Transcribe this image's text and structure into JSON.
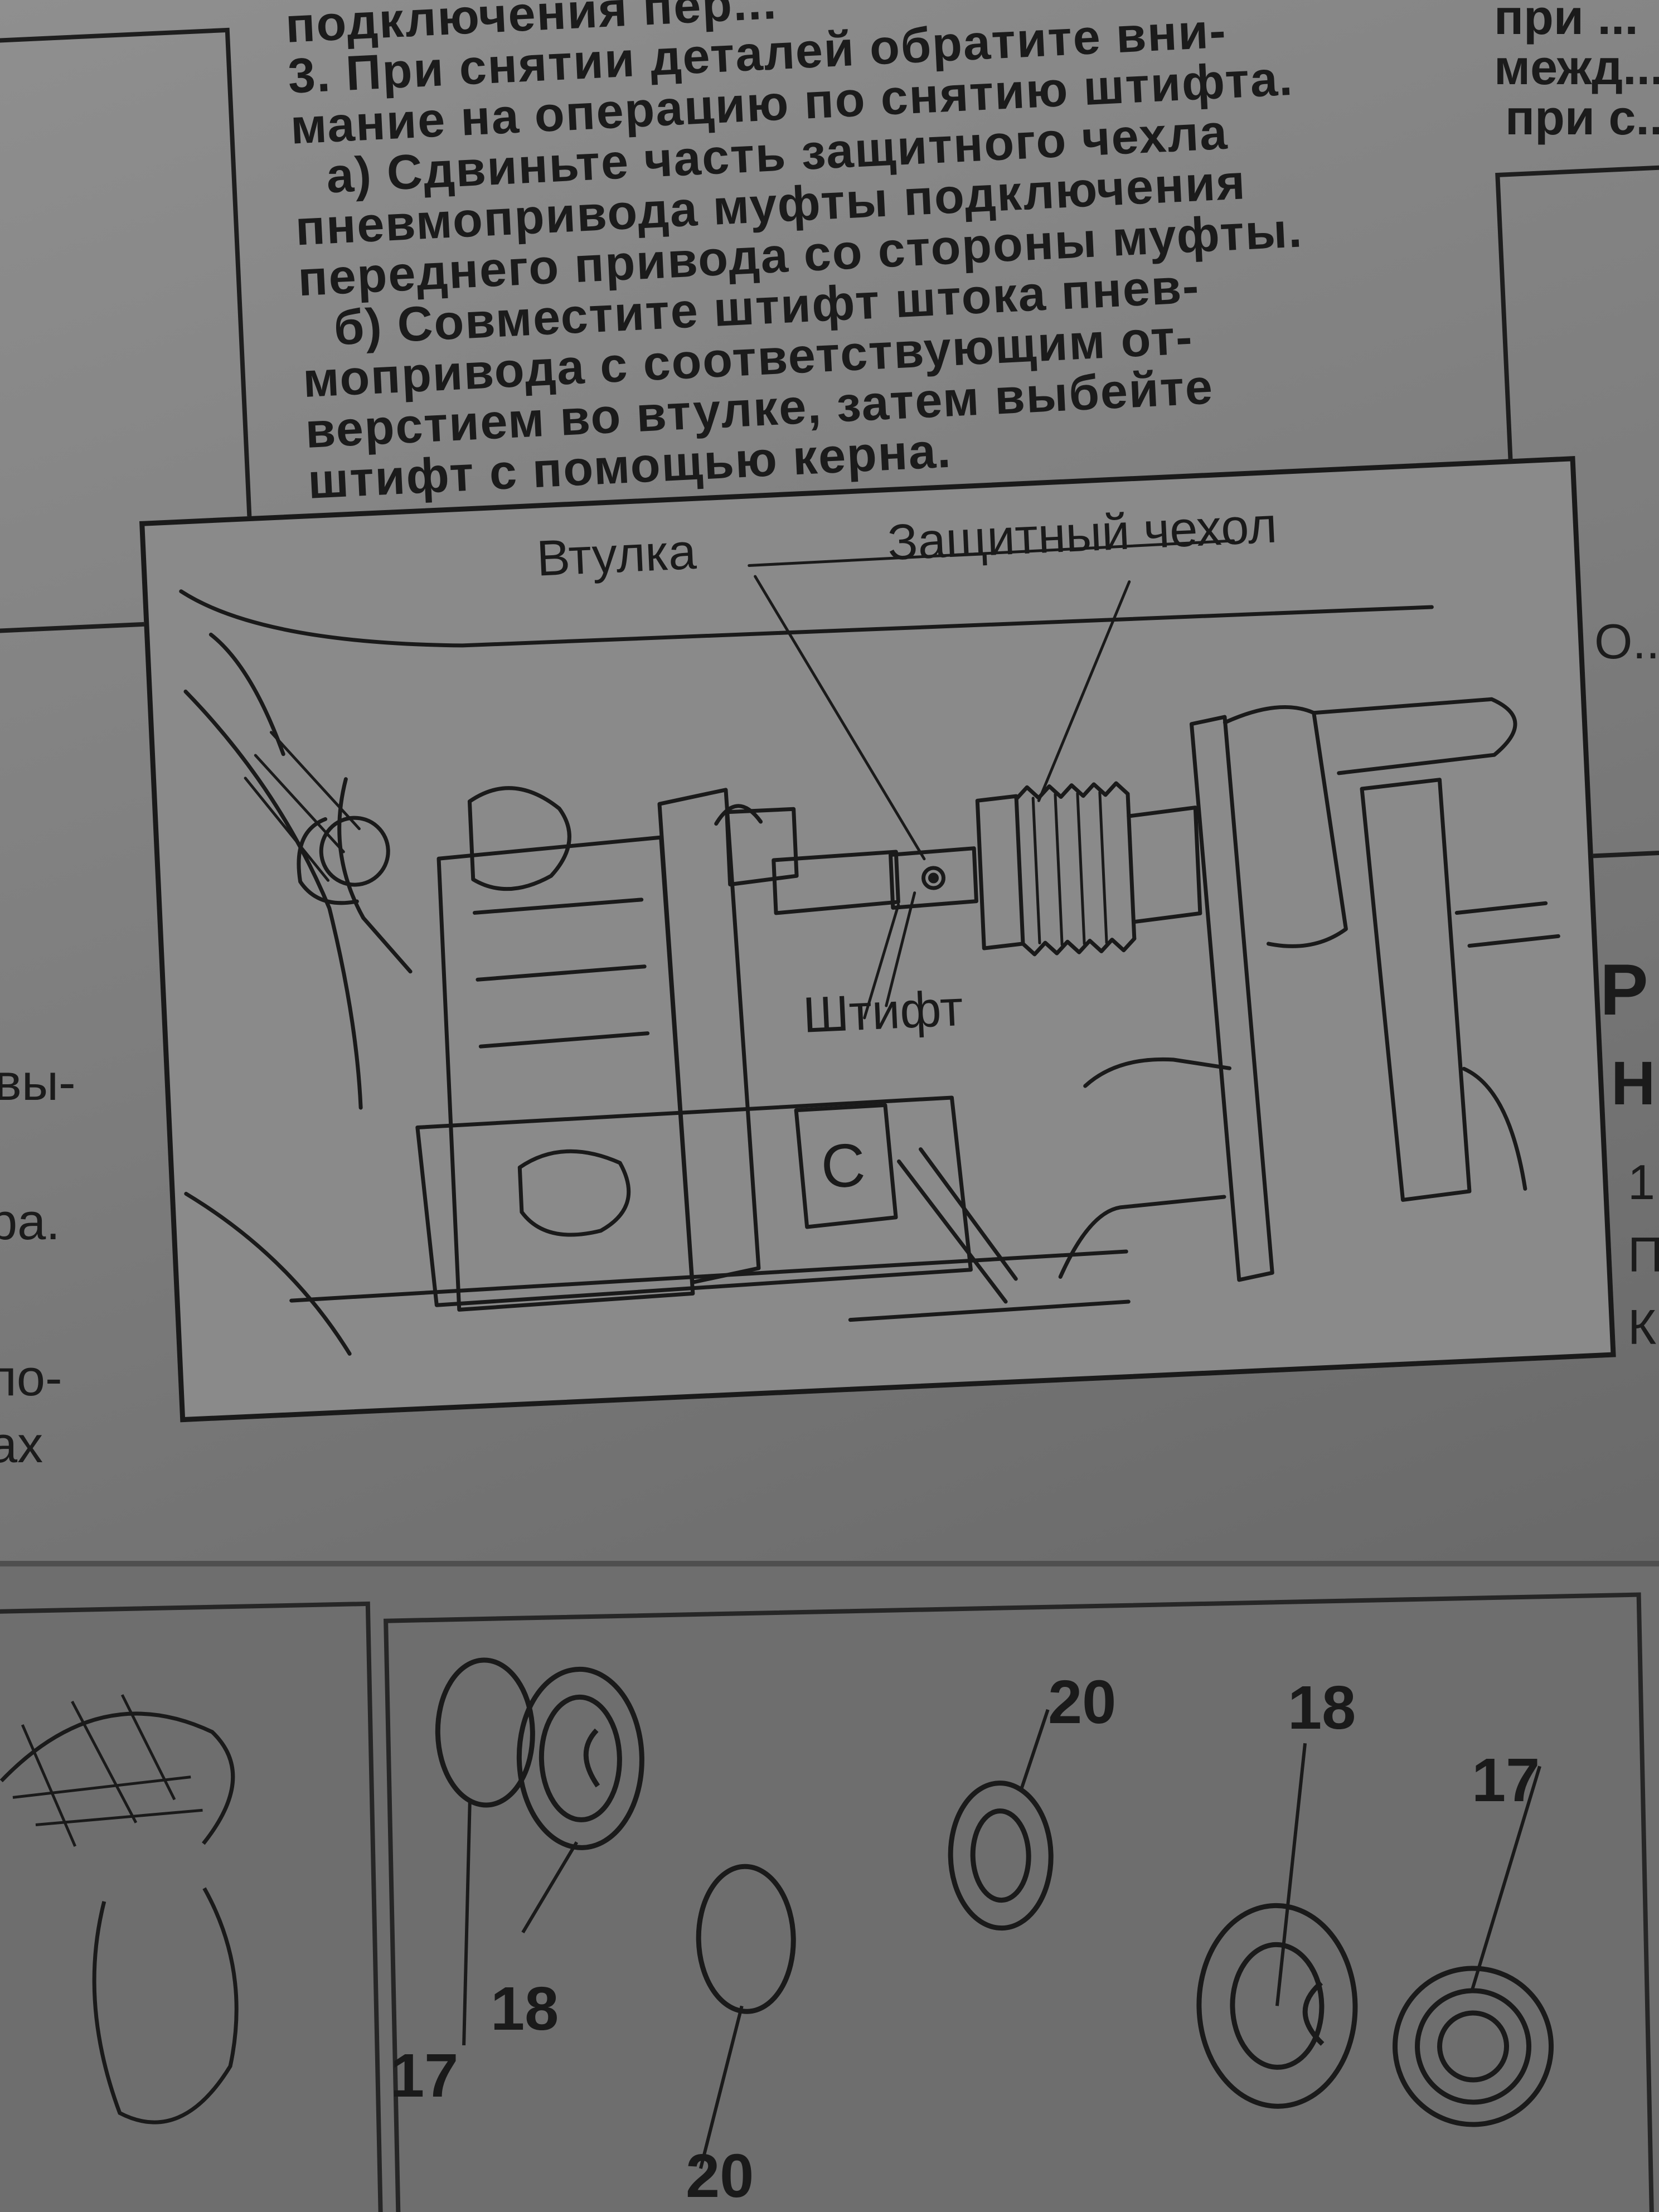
{
  "text": {
    "lines": [
      "подключения пер...",
      "3. При снятии деталей обратите вни-",
      "мание на операцию по снятию штифта.",
      "а) Сдвиньте часть защитного чехла",
      "пневмопривода муфты подключения",
      "переднего привода со стороны муфты.",
      "б) Совместите штифт штока пнев-",
      "мопривода с соответствующим от-",
      "верстием во втулке, затем выбейте",
      "штифт с помощью керна."
    ]
  },
  "margin_right": [
    "при ...",
    "межд...",
    "при с...",
    "О...",
    "Р",
    "Н",
    "1",
    "П",
    "К"
  ],
  "margin_left": [
    "вы-",
    "ра.",
    "по-",
    "ах"
  ],
  "figure": {
    "labels": {
      "bushing": "Втулка",
      "boot": "Защитный чехол",
      "pin": "Штифт",
      "c_mark": "C"
    }
  },
  "lower_figure": {
    "callouts": [
      "20",
      "18",
      "17",
      "17",
      "18",
      "20"
    ]
  }
}
